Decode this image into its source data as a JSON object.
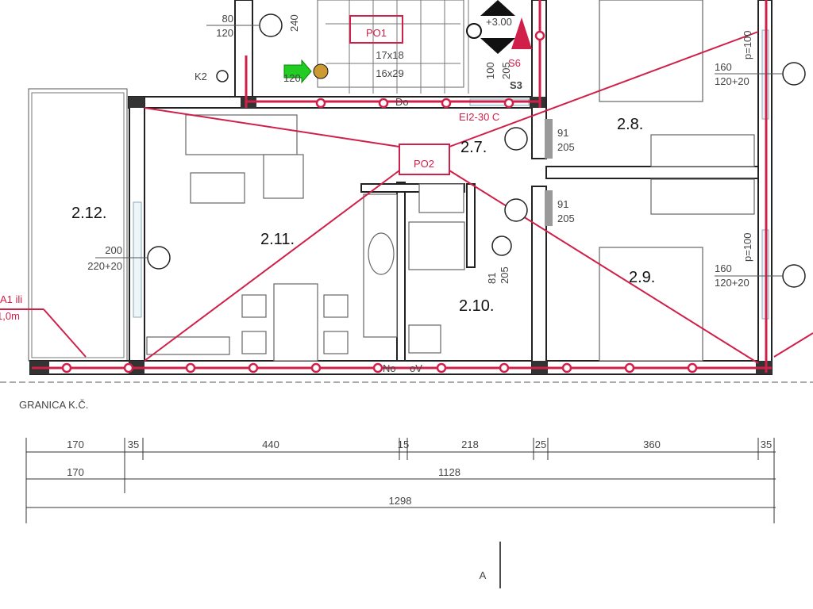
{
  "rooms": {
    "r27": "2.7.",
    "r28": "2.8.",
    "r29": "2.9.",
    "r210": "2.10.",
    "r211": "2.11.",
    "r212": "2.12."
  },
  "stair": {
    "po1": "PO1",
    "step1": "17x18",
    "step2": "16x29",
    "height_240": "240",
    "width_120": "120",
    "level": "+3.00",
    "s6": "S6",
    "s3": "S3",
    "d100": "100",
    "d205": "205"
  },
  "labels": {
    "po2": "PO2",
    "ei": "EI2-30 C",
    "do": "Do",
    "k2": "K2",
    "no": "No",
    "ov": "oV",
    "a1": "A1 ili",
    "m": "1,0m",
    "boundary": "GRANICA K.Č.",
    "section": "A"
  },
  "windows": {
    "w_top_left": {
      "a": "80",
      "b": "120"
    },
    "w_28": {
      "a": "160",
      "b": "120+20",
      "p": "p=100"
    },
    "w_29": {
      "a": "160",
      "b": "120+20",
      "p": "p=100"
    },
    "w_212": {
      "a": "200",
      "b": "220+20"
    }
  },
  "doors": {
    "d27a": {
      "a": "91",
      "b": "205"
    },
    "d27b": {
      "a": "91",
      "b": "205"
    },
    "d210": {
      "a": "81",
      "b": "205"
    }
  },
  "dimensions": {
    "row1": [
      "170",
      "35",
      "440",
      "15",
      "218",
      "25",
      "360",
      "35"
    ],
    "row2": [
      "170",
      "1128"
    ],
    "row3": [
      "1298"
    ]
  },
  "colors": {
    "accent": "#d0204a",
    "wall": "#222222"
  }
}
